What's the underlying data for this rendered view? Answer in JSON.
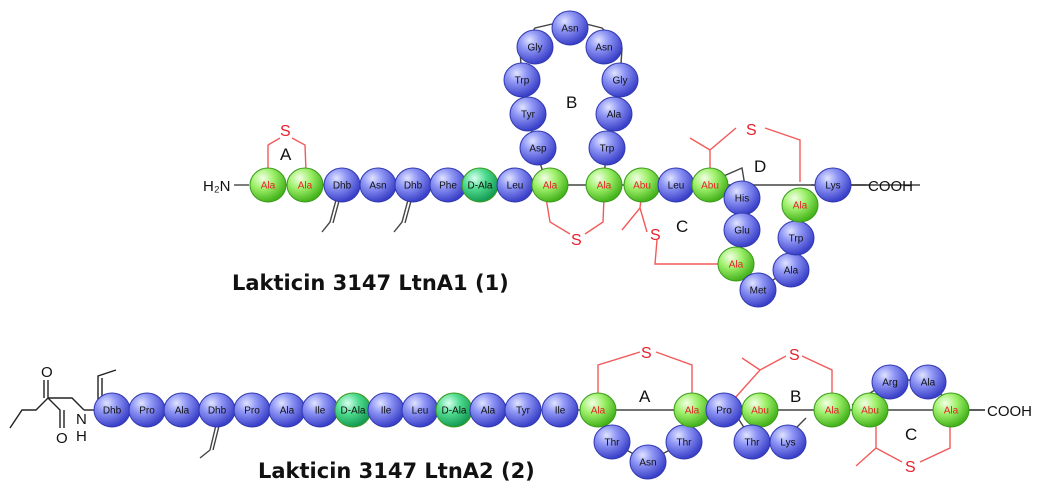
{
  "peptide1": {
    "caption": "Lakticin 3147 LtnA1 (1)",
    "n_term": "H₂N",
    "c_term": "COOH",
    "ring_labels": [
      "A",
      "B",
      "C",
      "D"
    ],
    "bridge_atom": "S",
    "residues": [
      "Ala",
      "Ala",
      "Dhb",
      "Asn",
      "Dhb",
      "Phe",
      "D-Ala",
      "Leu",
      "Ala",
      "Asp",
      "Tyr",
      "Trp",
      "Gly",
      "Asn",
      "Asn",
      "Gly",
      "Ala",
      "Trp",
      "Ala",
      "Abu",
      "Leu",
      "Abu",
      "His",
      "Glu",
      "Ala",
      "Met",
      "Ala",
      "Trp",
      "Ala",
      "Lys"
    ]
  },
  "peptide2": {
    "caption": "Lakticin 3147 LtnA2 (2)",
    "n_cap_atoms": [
      "O",
      "O",
      "N",
      "H"
    ],
    "c_term": "COOH",
    "ring_labels": [
      "A",
      "B",
      "C"
    ],
    "bridge_atom": "S",
    "residues": [
      "Dhb",
      "Pro",
      "Ala",
      "Dhb",
      "Pro",
      "Ala",
      "Ile",
      "D-Ala",
      "Ile",
      "Leu",
      "D-Ala",
      "Ala",
      "Tyr",
      "Ile",
      "Ala",
      "Thr",
      "Asn",
      "Thr",
      "Ala",
      "Pro",
      "Abu",
      "Thr",
      "Lys",
      "Ala",
      "Abu",
      "Arg",
      "Ala",
      "Ala"
    ]
  },
  "colors": {
    "standard_residue": "#5b62e6",
    "modified_residue": "#6fd63a",
    "d_residue": "#2fbf6a",
    "bridge": "#f25a5a",
    "modified_text": "#e8202a"
  }
}
